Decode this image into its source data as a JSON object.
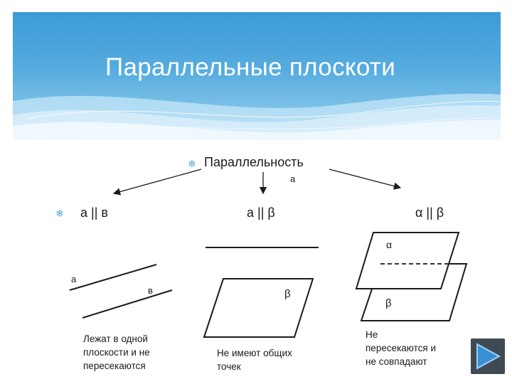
{
  "slide": {
    "title": "Параллельные плоскоти"
  },
  "center_bullet": {
    "label": "Параллельность",
    "sub_label": "а"
  },
  "columns": [
    {
      "heading": "а || в",
      "line_a_label": "а",
      "line_b_label": "в",
      "caption": [
        "Лежат в одной",
        "плоскости и не",
        "пересекаются"
      ]
    },
    {
      "heading": "а || β",
      "plane_label": "β",
      "caption": [
        "Не имеют общих",
        "точек"
      ]
    },
    {
      "heading": "α || β",
      "plane_top_label": "α",
      "plane_bottom_label": "β",
      "caption": [
        "Не",
        "пересекаются и",
        "не совпадают"
      ]
    }
  ],
  "icons": {
    "bullet": "snowflake-bullet-icon",
    "next": "next-slide-icon"
  },
  "colors": {
    "header_top": "#3b9ad6",
    "header_bottom": "#a9d8f1",
    "bullet": "#58a9dc",
    "play_bg": "#3f4a54",
    "play_fill": "#3a8fd4"
  }
}
